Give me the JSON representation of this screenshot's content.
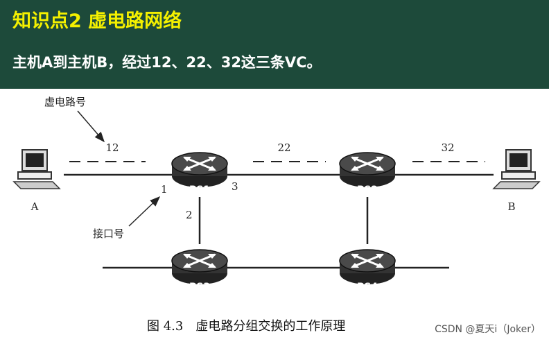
{
  "slide": {
    "title": "知识点2 虚电路网络",
    "subtitle": "主机A到主机B，经过12、22、32这三条VC。"
  },
  "diagram": {
    "callouts": {
      "vc_number": "虚电路号",
      "port_number": "接口号"
    },
    "vc_labels": {
      "a_ps1": "12",
      "ps1_ps2": "22",
      "ps2_b": "32"
    },
    "port_labels": {
      "p1": "1",
      "p2": "2",
      "p3": "3"
    },
    "hosts": {
      "a": "A",
      "b": "B"
    },
    "routers": {
      "ps1": "PS1",
      "ps2": "PS2",
      "ps3": "PS3",
      "ps4": "PS4"
    },
    "caption": {
      "figure_number": "图 4.3",
      "text": "虚电路分组交换的工作原理"
    }
  },
  "watermark": "CSDN @夏天i（Joker）",
  "colors": {
    "background": "#1d4a3a",
    "title": "#f4f000",
    "router_body": "#3a3a3a"
  }
}
